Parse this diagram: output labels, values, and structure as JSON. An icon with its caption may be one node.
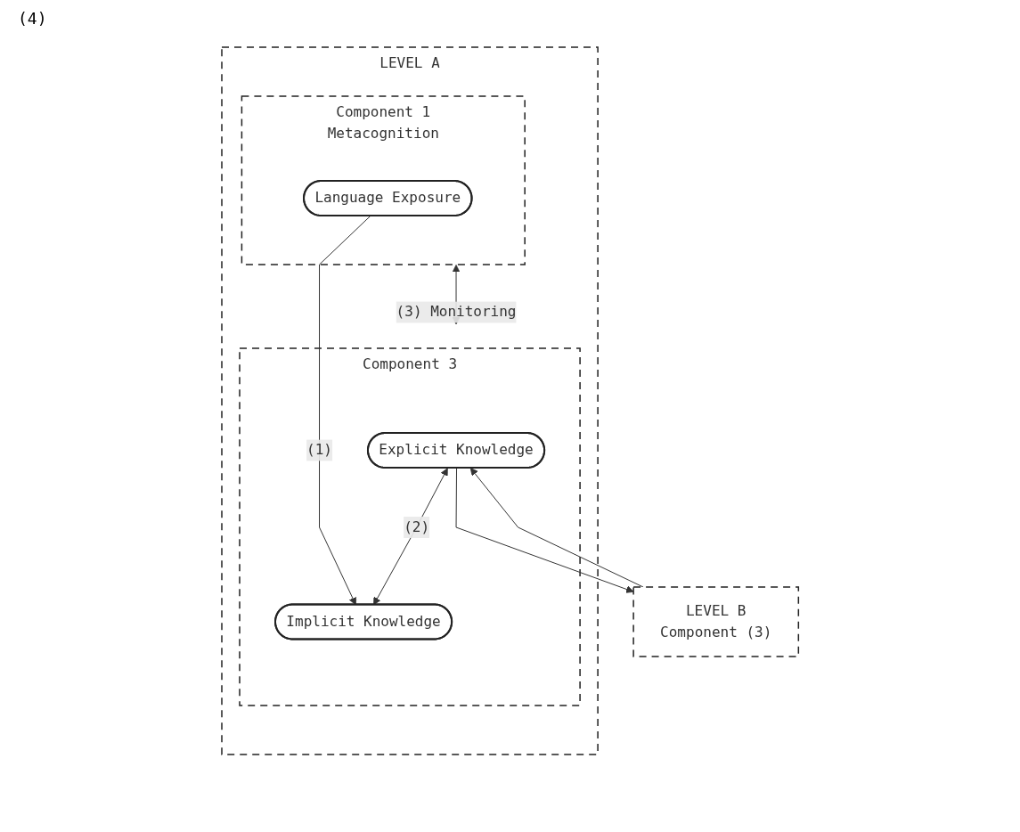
{
  "diagram": {
    "nodes": [
      {
        "text": [
          "LEVEL A"
        ]
      },
      {
        "text": [
          "Component 1",
          "Metacognition"
        ],
        "in": 0
      },
      {
        "text": [
          "Language Exposure"
        ],
        "in": 1
      },
      {
        "text": [
          "Component 3"
        ],
        "in": 0
      },
      {
        "text": [
          "Explicit Knowledge"
        ],
        "in": 3
      },
      {
        "text": [
          "Implicit Knowledge"
        ],
        "in": 3
      },
      {
        "text": [
          "LEVEL B",
          "Component (3)"
        ]
      }
    ],
    "edges": [
      {
        "from": 1,
        "to": 3,
        "arrow": "both",
        "label": "(3) Monitoring"
      },
      {
        "from": 2,
        "to": 5,
        "arrow": "to",
        "label": "(1)"
      },
      {
        "from": 4,
        "to": 5,
        "arrow": "both",
        "label": "(2)"
      },
      {
        "from": 4,
        "to": 6,
        "arrow": "to"
      },
      {
        "from": 6,
        "to": 4,
        "arrow": "to"
      }
    ],
    "labels": [
      "(4)"
    ]
  }
}
